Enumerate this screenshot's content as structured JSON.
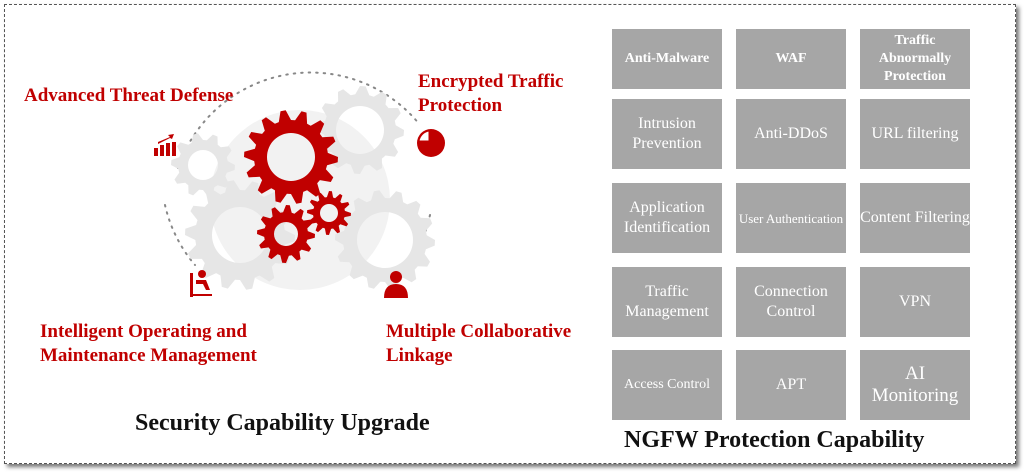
{
  "left": {
    "title": "Security Capability Upgrade",
    "labels": {
      "threat": "Advanced Threat Defense",
      "encrypted": "Encrypted Traffic Protection",
      "operating": "Intelligent Operating and Maintenance Management",
      "linkage": "Multiple Collaborative Linkage"
    },
    "icons": [
      "bar-chart-icon",
      "pie-chart-icon",
      "person-at-desk-icon",
      "businessman-icon",
      "gear-icon"
    ],
    "accent": "#c00000"
  },
  "right": {
    "title": "NGFW Protection Capability",
    "tiles": [
      "Anti-Malware",
      "WAF",
      "Traffic Abnormally Protection",
      "Intrusion Prevention",
      "Anti-DDoS",
      "URL filtering",
      "Application Identification",
      "User Authentication",
      "Content Filtering",
      "Traffic Management",
      "Connection Control",
      "VPN",
      "Access Control",
      "APT",
      "AI Monitoring"
    ],
    "tile_color": "#a6a6a6"
  }
}
